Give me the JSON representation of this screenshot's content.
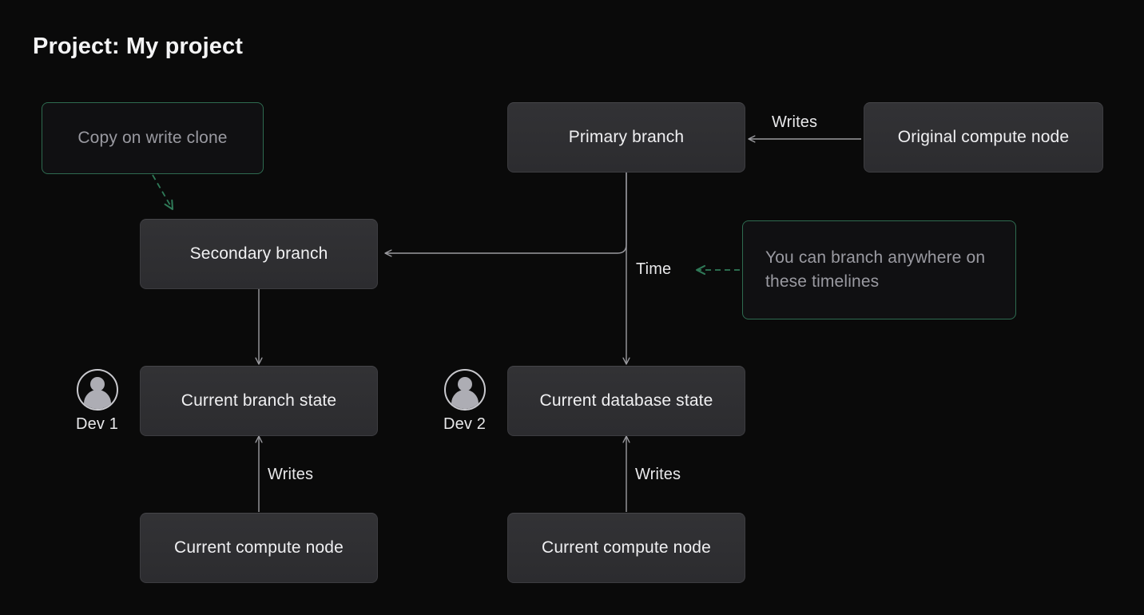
{
  "page": {
    "title": "Project: My project",
    "background_color": "#0a0a0a"
  },
  "colors": {
    "node_fill": "#2e2e31",
    "node_border": "#3c3c40",
    "node_text": "#f0f0f2",
    "annotation_green": "#2e6b50",
    "annotation_text": "#9a9aa1",
    "wire": "#9b9ba0",
    "wire_green": "#2f7a58"
  },
  "nodes": {
    "copy_on_write_clone": {
      "label": "Copy on write clone"
    },
    "primary_branch": {
      "label": "Primary branch"
    },
    "original_compute_node": {
      "label": "Original compute node"
    },
    "secondary_branch": {
      "label": "Secondary branch"
    },
    "branch_note": {
      "label": "You can branch anywhere on these timelines"
    },
    "current_branch_state": {
      "label": "Current branch state"
    },
    "current_database_state": {
      "label": "Current database state"
    },
    "current_compute_node_left": {
      "label": "Current compute node"
    },
    "current_compute_node_right": {
      "label": "Current compute node"
    }
  },
  "avatars": [
    {
      "name": "dev-1",
      "label": "Dev 1",
      "icon": "user-avatar-icon"
    },
    {
      "name": "dev-2",
      "label": "Dev 2",
      "icon": "user-avatar-icon"
    }
  ],
  "edge_labels": {
    "writes_primary": "Writes",
    "writes_left": "Writes",
    "writes_right": "Writes",
    "time": "Time"
  }
}
